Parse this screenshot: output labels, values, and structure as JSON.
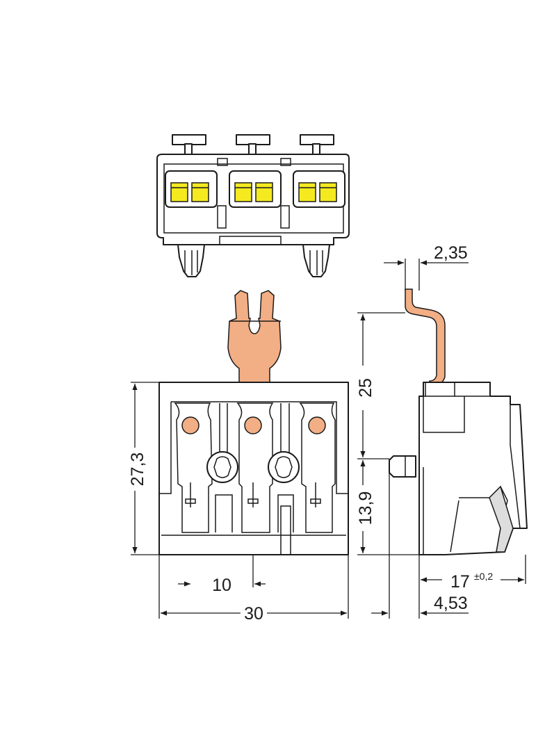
{
  "dimensions": {
    "pitch": "10",
    "width": "30",
    "height": "27,3",
    "pin_length": "25",
    "mount_height": "13,9",
    "pin_thickness": "2,35",
    "depth": "17",
    "depth_tolerance": "±0,2",
    "mount_offset": "4,53"
  },
  "colors": {
    "pin": "#f2ae84",
    "spring_slot": "#f5ea1f",
    "body": "#ffffff",
    "shade": "#dddddd",
    "line": "#1a1a1a"
  }
}
